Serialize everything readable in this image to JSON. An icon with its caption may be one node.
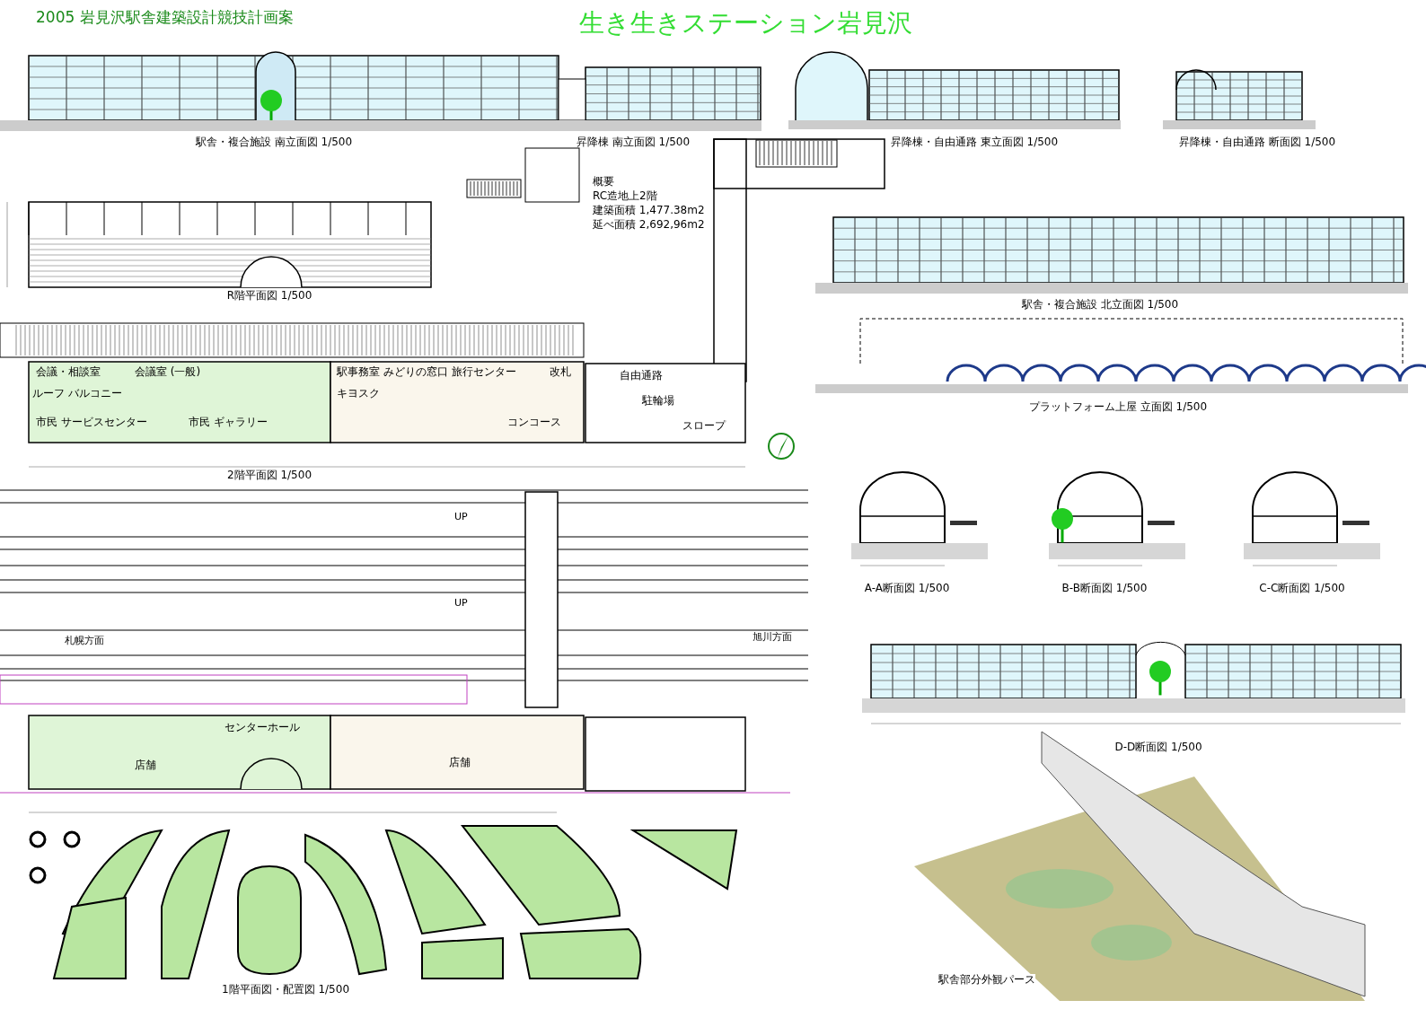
{
  "diagram": {
    "title": "生き生きステーション岩見沢",
    "labels": [
      "2005 岩見沢駅舎建築設計競技計画案",
      "駅舎・複合施設 南立面図 1/500",
      "昇降棟 南立面図 1/500",
      "昇降棟・自由通路 東立面図 1/500",
      "昇降棟・自由通路 断面図 1/500",
      "概要",
      "RC造地上2階",
      "建築面積 1,477.38m2",
      "延べ面積 2,692,96m2",
      "R階平面図 1/500",
      "駅舎・複合施設 北立面図 1/500",
      "プラットフォーム上屋 立面図 1/500",
      "ルーフ バルコニー",
      "会議・相談室",
      "会議室 (一般)",
      "市民 サービスセンター",
      "市民 ギャラリー",
      "キヨスク",
      "駅事務室 みどりの窓口 旅行センター",
      "改札",
      "コンコース",
      "自由通路",
      "駐輪場",
      "スロープ",
      "2階平面図 1/500",
      "A-A断面図 1/500",
      "B-B断面図 1/500",
      "C-C断面図 1/500",
      "UP",
      "UP",
      "札幌方面",
      "旭川方面",
      "D-D断面図 1/500",
      "センターホール",
      "店舗",
      "店舗",
      "1階平面図・配置図 1/500",
      "駅舎部分外観パース"
    ]
  }
}
